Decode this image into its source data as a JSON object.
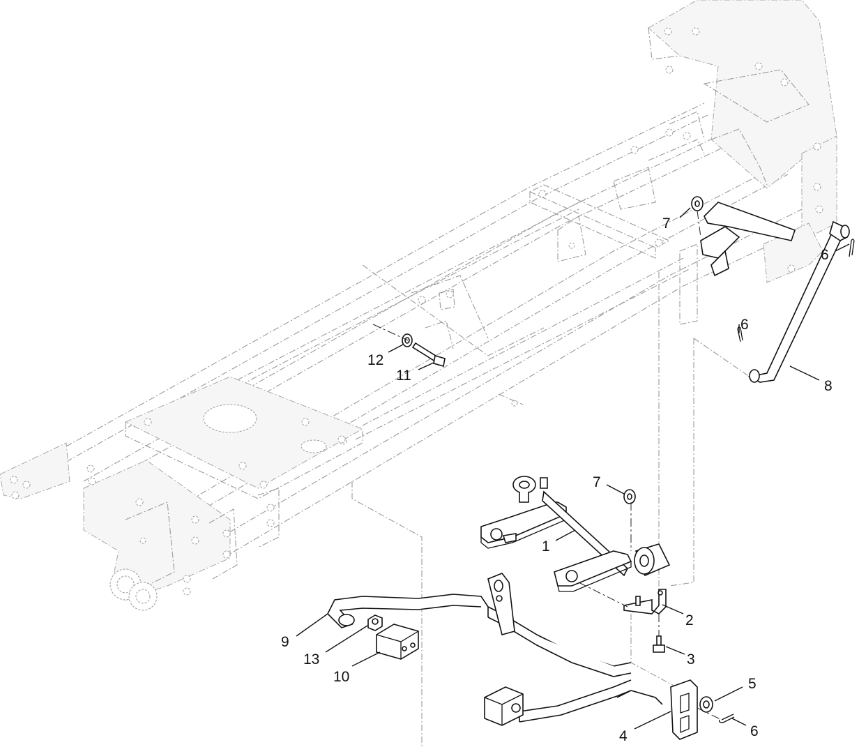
{
  "callouts": [
    {
      "id": "c1",
      "label": "1"
    },
    {
      "id": "c2",
      "label": "2"
    },
    {
      "id": "c3",
      "label": "3"
    },
    {
      "id": "c4",
      "label": "4"
    },
    {
      "id": "c5",
      "label": "5"
    },
    {
      "id": "c6a",
      "label": "6"
    },
    {
      "id": "c6b",
      "label": "6"
    },
    {
      "id": "c6c",
      "label": "6"
    },
    {
      "id": "c7a",
      "label": "7"
    },
    {
      "id": "c7b",
      "label": "7"
    },
    {
      "id": "c8",
      "label": "8"
    },
    {
      "id": "c9",
      "label": "9"
    },
    {
      "id": "c10",
      "label": "10"
    },
    {
      "id": "c11",
      "label": "11"
    },
    {
      "id": "c12",
      "label": "12"
    },
    {
      "id": "c13",
      "label": "13"
    }
  ]
}
